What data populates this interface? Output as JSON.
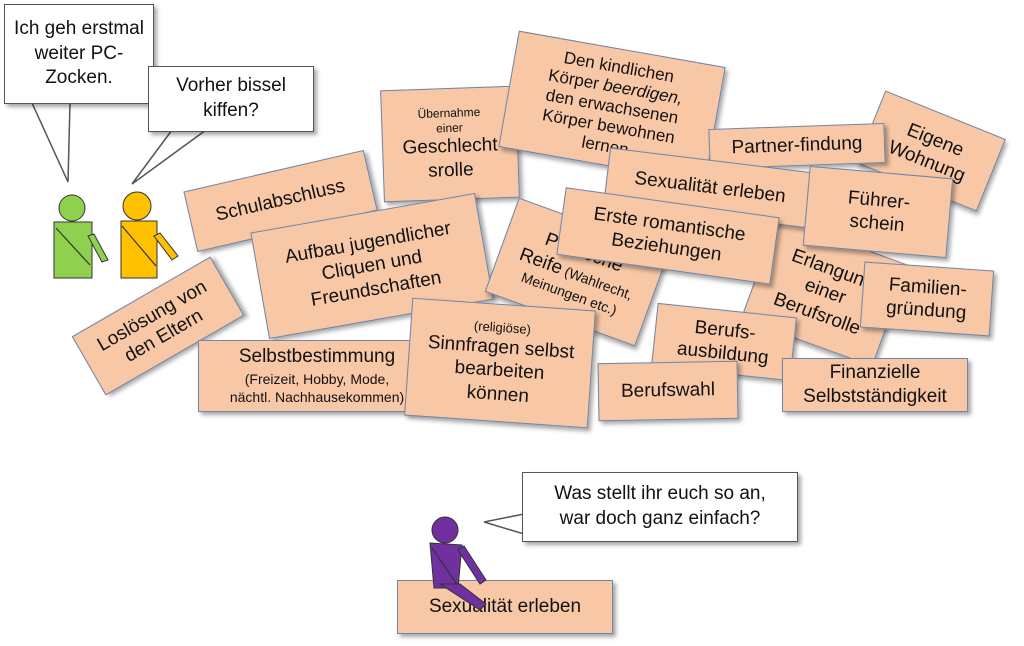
{
  "bubbles": {
    "pc": [
      "Ich geh erstmal",
      "weiter PC-",
      "Zocken."
    ],
    "kiffen": [
      "Vorher bissel",
      "kiffen?"
    ],
    "einfach": [
      "Was stellt ihr euch so an,",
      "war doch ganz einfach?"
    ]
  },
  "cards": {
    "schulabschluss": "Schulabschluss",
    "uebernahme_small": [
      "Übernahme",
      "einer"
    ],
    "uebernahme_big": [
      "Geschlecht",
      "srolle"
    ],
    "koerper": [
      "Den kindlichen",
      "Körper ",
      "beerdigen,",
      "den erwachsenen",
      "Körper bewohnen",
      "lernen"
    ],
    "partner": "Partner-findung",
    "wohnung": [
      "Eigene",
      "Wohnung"
    ],
    "sexualitaet": "Sexualität erleben",
    "fuehrerschein": [
      "Führer-",
      "schein"
    ],
    "cliquen": [
      "Aufbau jugendlicher",
      "Cliquen und",
      "Freundschaften"
    ],
    "romantisch": [
      "Erste romantische",
      "Beziehungen"
    ],
    "politisch": [
      "Politische",
      "Reife",
      " (Wahlrecht,",
      "Meinungen etc.)"
    ],
    "berufsrolle": [
      "Erlangung",
      "einer",
      "Berufsrolle"
    ],
    "familie": [
      "Familien-",
      "gründung"
    ],
    "loesung": [
      "Loslösung von",
      "den Eltern"
    ],
    "selbst_title": "Selbstbestimmung",
    "selbst_detail": [
      "(Freizeit, Hobby, Mode,",
      "nächtl. Nachhausekommen)"
    ],
    "sinn_small": "(religiöse)",
    "sinn_big": [
      "Sinnfragen selbst",
      "bearbeiten",
      "können"
    ],
    "ausbildung": [
      "Berufs-",
      "ausbildung"
    ],
    "finanziell": [
      "Finanzielle",
      "Selbstständigkeit"
    ],
    "berufswahl": "Berufswahl",
    "bottom": "Sexualität erleben"
  },
  "colors": {
    "card_fill": "#f8c8a6",
    "card_border": "#6f86a8",
    "figure_green": "#8fd14f",
    "figure_yellow": "#ffc000",
    "figure_purple": "#7030a0"
  }
}
